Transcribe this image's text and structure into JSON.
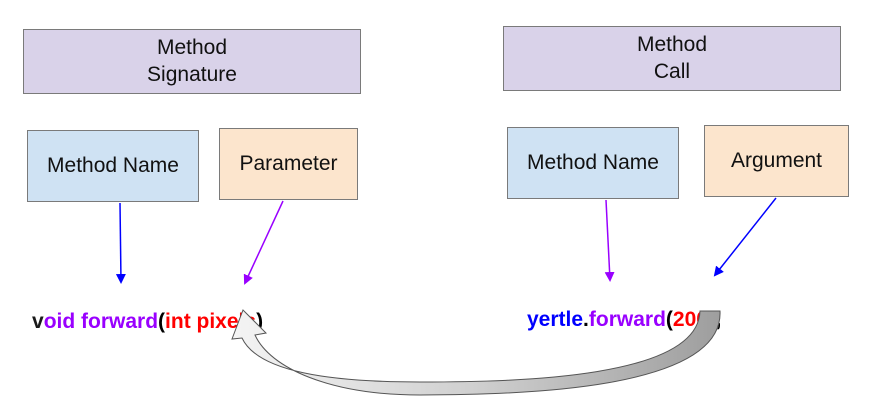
{
  "signature": {
    "header_line1": "Method",
    "header_line2": "Signature",
    "name_label": "Method Name",
    "param_label": "Parameter",
    "code": {
      "t1": "v",
      "t2": "oid ",
      "t3": "forward",
      "t4": "(",
      "t5": "int pixels",
      "t6": ")"
    }
  },
  "call": {
    "header_line1": "Method",
    "header_line2": "Call",
    "name_label": "Method Name",
    "arg_label": "Argument",
    "code": {
      "t1": "yertle",
      "t2": ".",
      "t3": "forward",
      "t4": "(",
      "t5": "200",
      "t6": ");"
    }
  },
  "colors": {
    "header_fill": "#d9d2e9",
    "name_fill": "#cfe2f3",
    "param_fill": "#fce5cd",
    "blue_arrow": "#0000ff",
    "purple_arrow": "#9900ff",
    "keyword": "#9900ff",
    "object": "#0000ff",
    "value": "#ff0000"
  }
}
